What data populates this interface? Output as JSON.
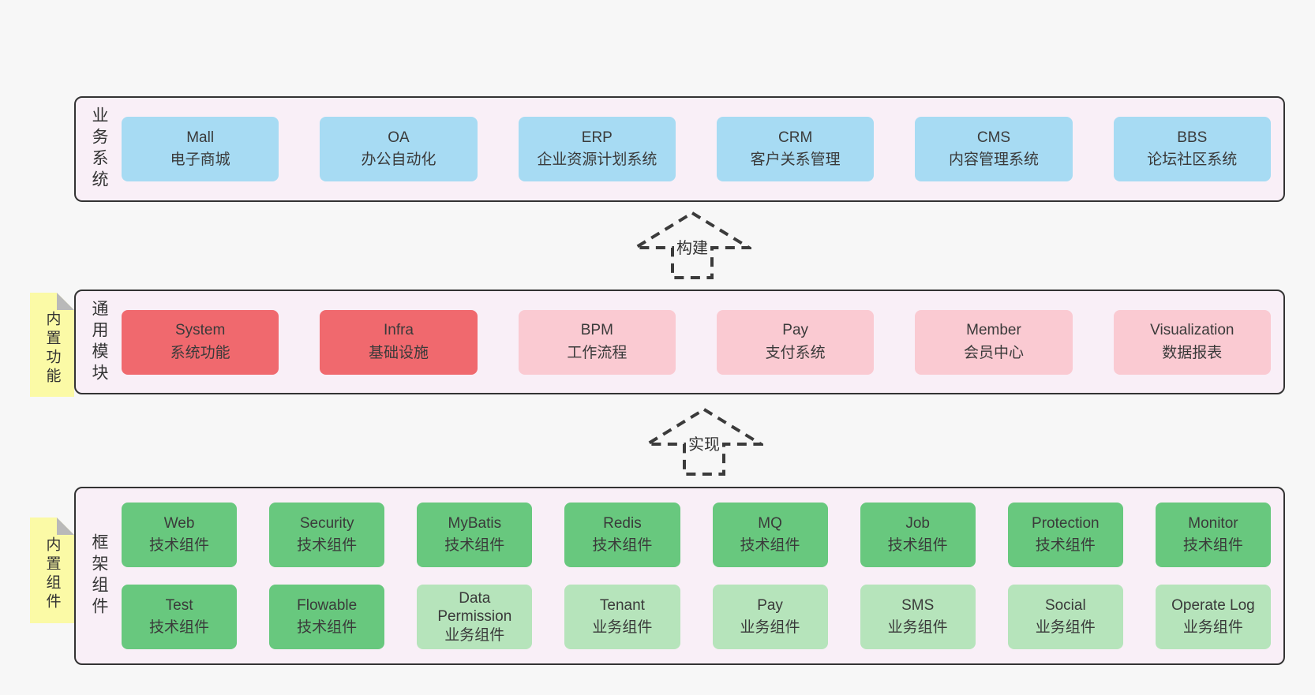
{
  "colors": {
    "page_bg": "#f7f7f7",
    "band_bg": "#f9eff7",
    "band_border": "#333333",
    "blue": "#a7dbf3",
    "red": "#f0696e",
    "pink": "#facad2",
    "green": "#68c87e",
    "light_green": "#b6e4bb",
    "sticky_yellow": "#fbfaa6",
    "sticky_fold": "#b9b9b9",
    "text": "#3a3a3a"
  },
  "bands": [
    {
      "label": "业务系统",
      "sticky": null,
      "rows": [
        [
          {
            "title": "Mall",
            "subtitle": "电子商城",
            "color": "blue"
          },
          {
            "title": "OA",
            "subtitle": "办公自动化",
            "color": "blue"
          },
          {
            "title": "ERP",
            "subtitle": "企业资源计划系统",
            "color": "blue"
          },
          {
            "title": "CRM",
            "subtitle": "客户关系管理",
            "color": "blue"
          },
          {
            "title": "CMS",
            "subtitle": "内容管理系统",
            "color": "blue"
          },
          {
            "title": "BBS",
            "subtitle": "论坛社区系统",
            "color": "blue"
          }
        ]
      ]
    },
    {
      "label": "通用模块",
      "sticky": "内置功能",
      "rows": [
        [
          {
            "title": "System",
            "subtitle": "系统功能",
            "color": "red"
          },
          {
            "title": "Infra",
            "subtitle": "基础设施",
            "color": "red"
          },
          {
            "title": "BPM",
            "subtitle": "工作流程",
            "color": "pink"
          },
          {
            "title": "Pay",
            "subtitle": "支付系统",
            "color": "pink"
          },
          {
            "title": "Member",
            "subtitle": "会员中心",
            "color": "pink"
          },
          {
            "title": "Visualization",
            "subtitle": "数据报表",
            "color": "pink"
          }
        ]
      ]
    },
    {
      "label": "框架组件",
      "sticky": "内置组件",
      "rows": [
        [
          {
            "title": "Web",
            "subtitle": "技术组件",
            "color": "green"
          },
          {
            "title": "Security",
            "subtitle": "技术组件",
            "color": "green"
          },
          {
            "title": "MyBatis",
            "subtitle": "技术组件",
            "color": "green"
          },
          {
            "title": "Redis",
            "subtitle": "技术组件",
            "color": "green"
          },
          {
            "title": "MQ",
            "subtitle": "技术组件",
            "color": "green"
          },
          {
            "title": "Job",
            "subtitle": "技术组件",
            "color": "green"
          },
          {
            "title": "Protection",
            "subtitle": "技术组件",
            "color": "green"
          },
          {
            "title": "Monitor",
            "subtitle": "技术组件",
            "color": "green"
          }
        ],
        [
          {
            "title": "Test",
            "subtitle": "技术组件",
            "color": "green"
          },
          {
            "title": "Flowable",
            "subtitle": "技术组件",
            "color": "green"
          },
          {
            "title": "Data\nPermission",
            "subtitle": "业务组件",
            "color": "light_green"
          },
          {
            "title": "Tenant",
            "subtitle": "业务组件",
            "color": "light_green"
          },
          {
            "title": "Pay",
            "subtitle": "业务组件",
            "color": "light_green"
          },
          {
            "title": "SMS",
            "subtitle": "业务组件",
            "color": "light_green"
          },
          {
            "title": "Social",
            "subtitle": "业务组件",
            "color": "light_green"
          },
          {
            "title": "Operate Log",
            "subtitle": "业务组件",
            "color": "light_green"
          }
        ]
      ]
    }
  ],
  "arrows": [
    {
      "label": "构建"
    },
    {
      "label": "实现"
    }
  ]
}
